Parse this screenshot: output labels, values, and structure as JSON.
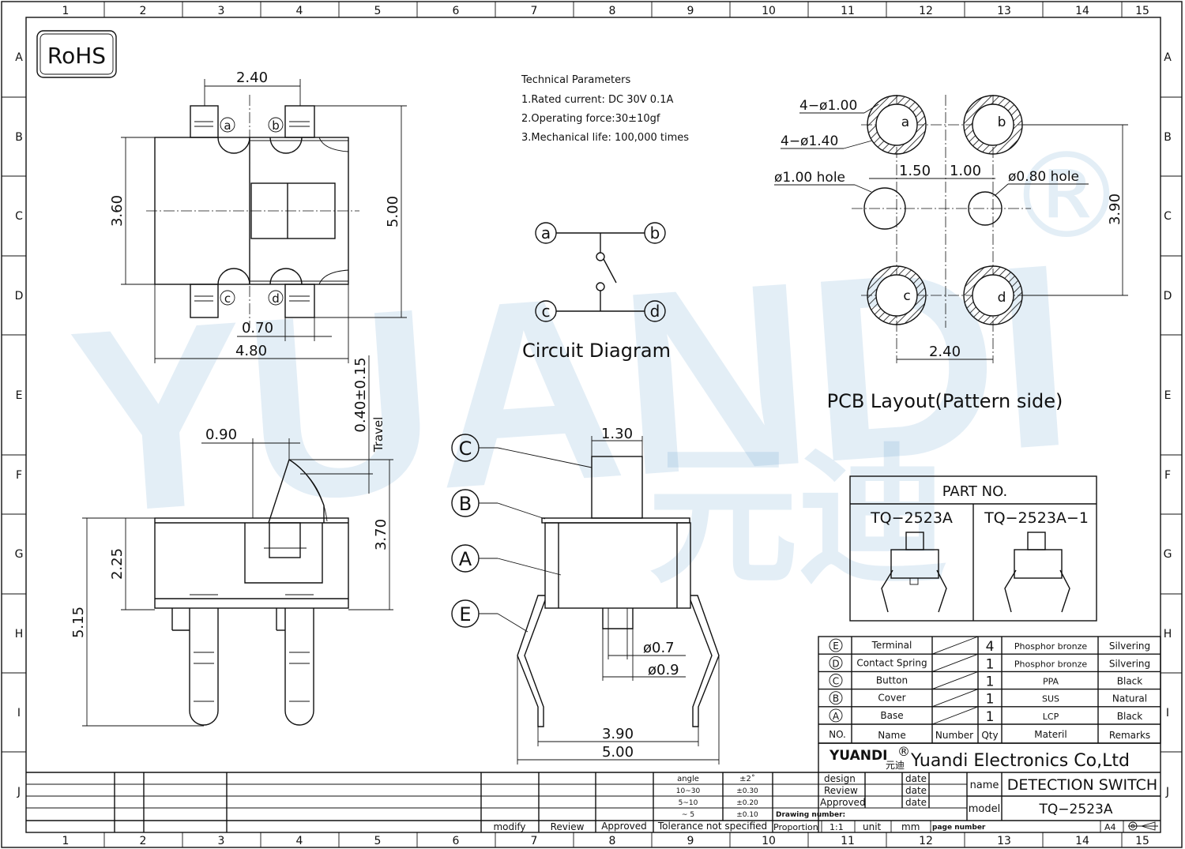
{
  "frame": {
    "col_labels": [
      "1",
      "2",
      "3",
      "4",
      "5",
      "6",
      "7",
      "8",
      "9",
      "10",
      "11",
      "12",
      "13",
      "14",
      "15"
    ],
    "row_labels": [
      "A",
      "B",
      "C",
      "D",
      "E",
      "F",
      "G",
      "H",
      "I",
      "J"
    ]
  },
  "rohs": "RoHS",
  "watermark": {
    "text": "YUANDI",
    "cn": "元迪",
    "reg": "®"
  },
  "tech": {
    "title": "Technical Parameters",
    "lines": [
      "1.Rated current: DC 30V 0.1A",
      "2.Operating force:30±10gf",
      "3.Mechanical life: 100,000 times"
    ]
  },
  "top_view": {
    "dim_240": "2.40",
    "dim_360": "3.60",
    "dim_500": "5.00",
    "dim_070": "0.70",
    "dim_480": "4.80",
    "pins": [
      "a",
      "b",
      "c",
      "d"
    ]
  },
  "side_view": {
    "dim_090": "0.90",
    "dim_travel": "0.40±0.15",
    "travel": "Travel",
    "dim_225": "2.25",
    "dim_370": "3.70",
    "dim_515": "5.15"
  },
  "circuit": {
    "title": "Circuit Diagram",
    "pins": [
      "a",
      "b",
      "c",
      "d"
    ]
  },
  "pcb": {
    "title": "PCB Layout(Pattern side)",
    "d100": "4−ø1.00",
    "d140": "4−ø1.40",
    "dim_150": "1.50",
    "dim_100": "1.00",
    "hole100": "ø1.00 hole",
    "hole080": "ø0.80 hole",
    "dim_390": "3.90",
    "dim_240": "2.40",
    "pins": [
      "a",
      "b",
      "c",
      "d"
    ]
  },
  "front_view": {
    "callouts": [
      "C",
      "B",
      "A",
      "E"
    ],
    "dim_130": "1.30",
    "dim_07": "ø0.7",
    "dim_09": "ø0.9",
    "dim_390": "3.90",
    "dim_500": "5.00"
  },
  "part_no": {
    "title": "PART NO.",
    "p1": "TQ−2523A",
    "p2": "TQ−2523A−1"
  },
  "bom": {
    "rows": [
      {
        "no": "E",
        "name": "Terminal",
        "qty": "4",
        "mat": "Phosphor bronze",
        "rem": "Silvering"
      },
      {
        "no": "D",
        "name": "Contact Spring",
        "qty": "1",
        "mat": "Phosphor bronze",
        "rem": "Silvering"
      },
      {
        "no": "C",
        "name": "Button",
        "qty": "1",
        "mat": "PPA",
        "rem": "Black"
      },
      {
        "no": "B",
        "name": "Cover",
        "qty": "1",
        "mat": "SUS",
        "rem": "Natural"
      },
      {
        "no": "A",
        "name": "Base",
        "qty": "1",
        "mat": "LCP",
        "rem": "Black"
      }
    ],
    "header": {
      "no": "NO.",
      "name": "Name",
      "number": "Number",
      "qty": "Qty",
      "mat": "Materil",
      "rem": "Remarks"
    }
  },
  "title_block": {
    "logo": "YUANDI",
    "logo_cn": "元迪",
    "logo_reg": "®",
    "company": "Yuandi Electronics Co,Ltd",
    "design": "design",
    "review": "Review",
    "approved": "Approved",
    "date": "date",
    "name_label": "name",
    "name_val": "DETECTION SWITCH",
    "model_label": "model",
    "model_val": "TQ−2523A",
    "drawing_number": "Drawing number:",
    "proportion": "Proportion",
    "scale": "1:1",
    "unit": "unit",
    "mm": "mm",
    "page_number": "page number",
    "size": "A4",
    "tol_angle": "angle",
    "tol_angle_v": "±2˚",
    "tol1": "10~30",
    "tol1_v": "±0.30",
    "tol2": "5~10",
    "tol2_v": "±0.20",
    "tol3": "~ 5",
    "tol3_v": "±0.10",
    "tol_ns": "Tolerance not specified",
    "modify": "modify",
    "review2": "Review",
    "approved2": "Approved"
  }
}
